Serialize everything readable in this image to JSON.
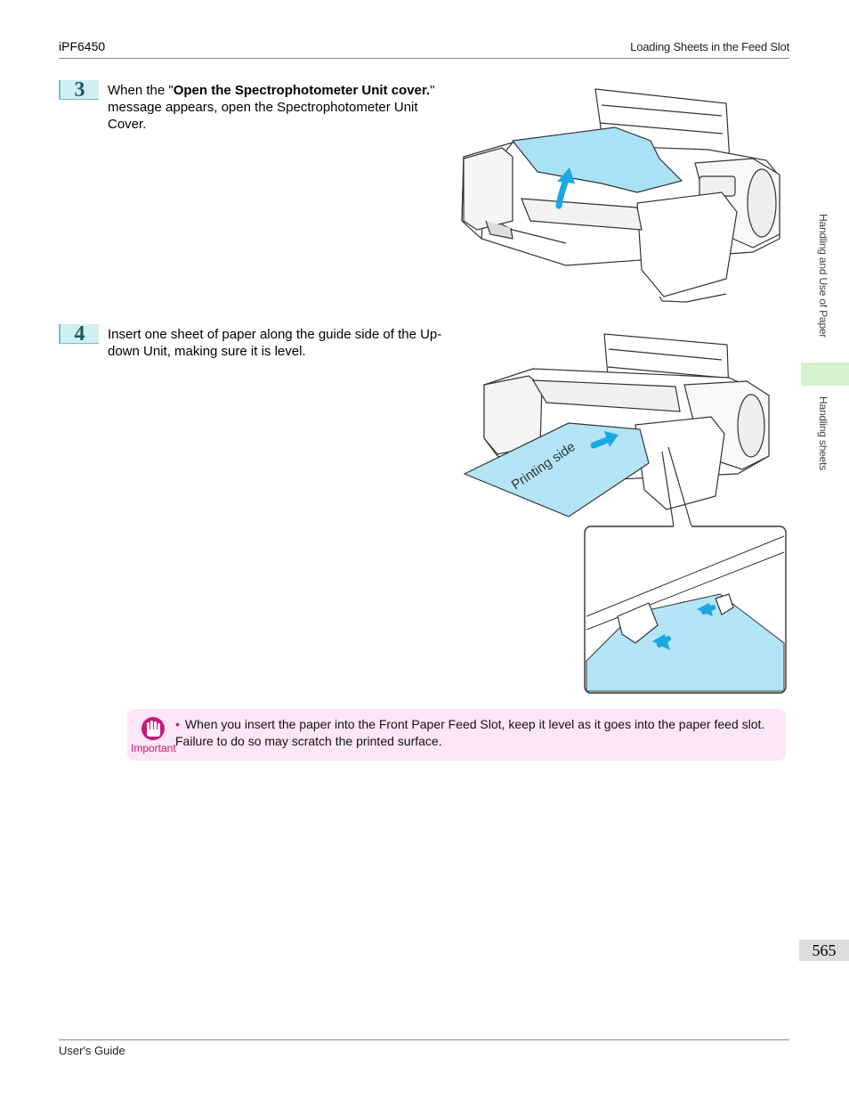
{
  "header": {
    "model": "iPF6450",
    "section": "Loading Sheets in the Feed Slot"
  },
  "side_tabs": {
    "chapter": "Handling and Use of Paper",
    "section": "Handling sheets"
  },
  "steps": [
    {
      "number": "3",
      "text_before": "When the \"",
      "text_bold": "Open the Spectrophotometer Unit cover.",
      "text_after": "\" message appears, open the Spectrophotometer Unit Cover."
    },
    {
      "number": "4",
      "text": "Insert one sheet of paper along the guide side of the Up-down Unit, making sure it is level."
    }
  ],
  "figure_labels": {
    "paper_label": "Printing side"
  },
  "important": {
    "label": "Important",
    "bullet": "When you insert the paper into the Front Paper Feed Slot, keep it level as it goes into the paper feed slot. Failure to do so may scratch the printed surface."
  },
  "page_number": "565",
  "footer": {
    "title": "User's Guide"
  },
  "colors": {
    "accent_cyan": "#6cd0f0",
    "important_bg": "#fde6f6",
    "important_accent": "#c8197a",
    "step_bg": "#cfeff0"
  },
  "icons": {
    "important": "hand-stop-icon"
  }
}
